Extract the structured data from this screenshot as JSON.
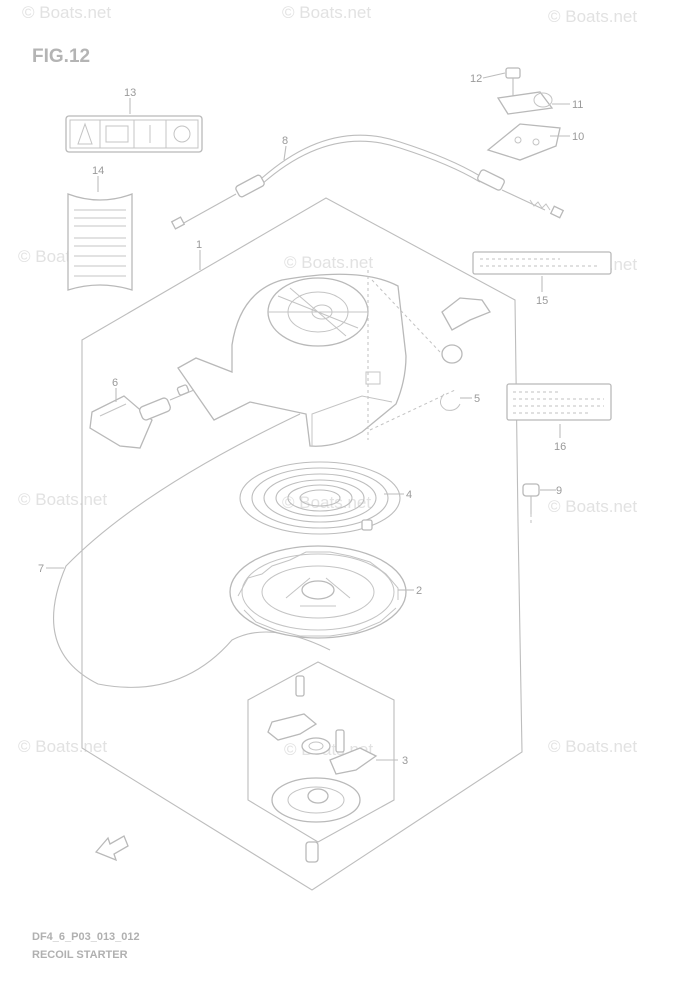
{
  "figure": {
    "title": "FIG.12",
    "code": "DF4_6_P03_013_012",
    "name": "RECOIL STARTER"
  },
  "watermark": "© Boats.net",
  "callouts": [
    "1",
    "2",
    "3",
    "4",
    "5",
    "6",
    "7",
    "8",
    "9",
    "10",
    "11",
    "12",
    "13",
    "14",
    "15",
    "16"
  ],
  "colors": {
    "line": "#bdbdbd",
    "text": "#9a9a9a",
    "watermark": "#e2e2e2"
  }
}
